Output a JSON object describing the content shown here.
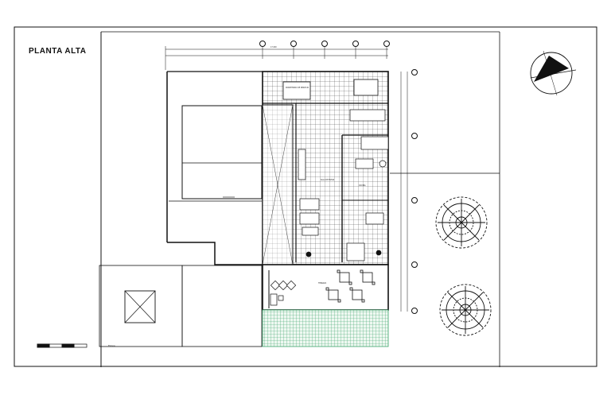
{
  "sheet": {
    "title": "PLANTA ALTA",
    "labels": {
      "dim_total": "17.000",
      "room_top": "DORMITORIO DE SERVICIO",
      "room_center": "SALA DE ESTAR",
      "room_right": "COCINA",
      "terrace": "TERRAZA",
      "scale_note": "ESCALA"
    },
    "colors": {
      "line": "#111111",
      "grid": "#333333",
      "garden": "#3aa46a"
    },
    "icons": [
      "north-arrow-icon",
      "tree-icon",
      "axis-marker-icon",
      "skylight-icon"
    ]
  }
}
